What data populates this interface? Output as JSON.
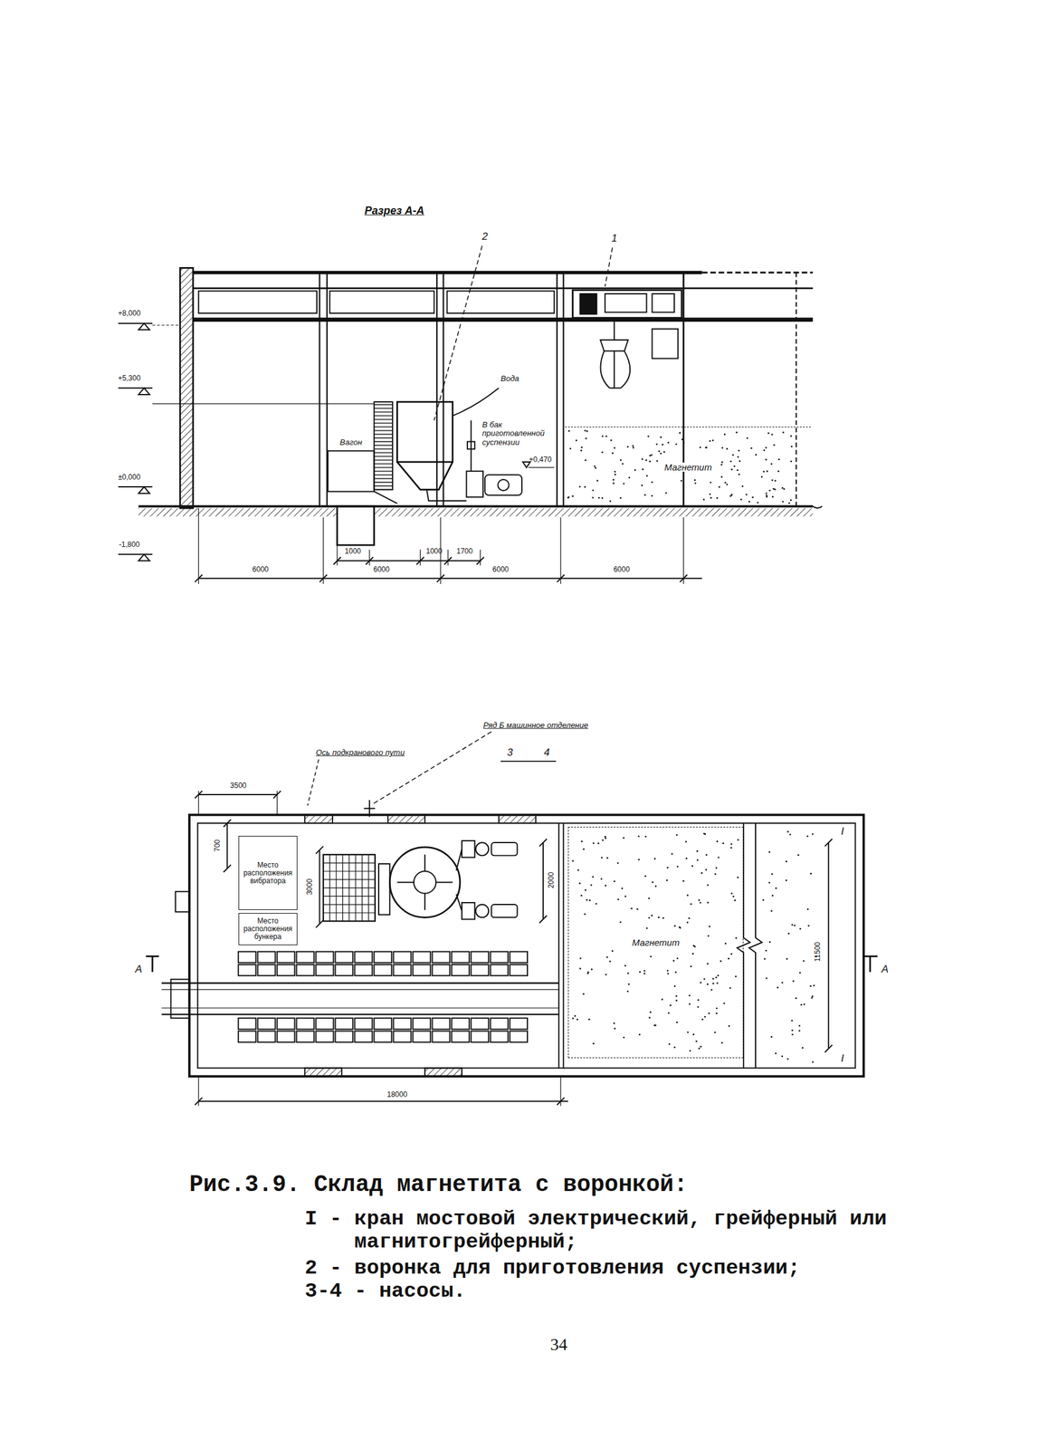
{
  "diagram": {
    "title": "Разрез А-А",
    "caption": "Рис.3.9. Склад магнетита с воронкой:",
    "nodes": [
      {
        "text": [
          "Место расположения вибратора"
        ]
      },
      {
        "text": [
          "Место расположения бункера"
        ]
      },
      {
        "text": [
          "Магнетит"
        ]
      },
      {
        "text": [
          "Магнетит"
        ]
      }
    ],
    "labels": [
      "2",
      "1",
      "+8,000",
      "+5,300",
      "±0,000",
      "-1,800",
      "Вода",
      "В бак приготовленной суспензии",
      "+0,470",
      "Вагон",
      "1000",
      "1000",
      "1700",
      "6000",
      "6000",
      "6000",
      "6000",
      "Ряд Б машинное отделение",
      "3",
      "4",
      "Ось подкранового пути",
      "3500",
      "700",
      "3000",
      "2000",
      "11500",
      "А",
      "А",
      "I",
      "I",
      "18000",
      "I - кран мостовой электрический, грейферный или магнитогрейферный;",
      "2 - воронка для приготовления суспензии;",
      "3-4 - насосы.",
      "34"
    ]
  }
}
